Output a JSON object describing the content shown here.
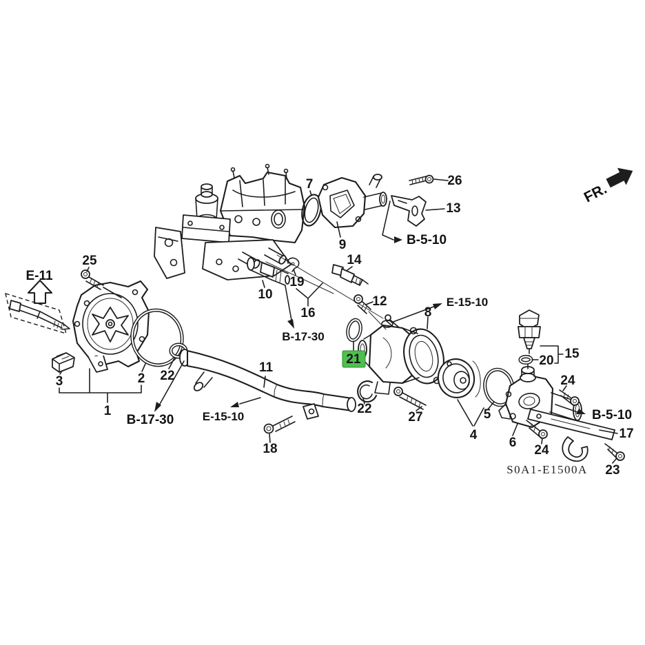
{
  "figure": {
    "fr_label": "FR.",
    "diagram_code": "S0A1-E1500A",
    "highlight": {
      "part_ref": "21",
      "bg_color": "#4ec04e",
      "text_color": "#145a14"
    },
    "callouts": {
      "p1": "1",
      "p2": "2",
      "p3": "3",
      "p4": "4",
      "p5": "5",
      "p6": "6",
      "p7": "7",
      "p8": "8",
      "p9": "9",
      "p10": "10",
      "p11": "11",
      "p12": "12",
      "p13": "13",
      "p14": "14",
      "p15": "15",
      "p16": "16",
      "p17": "17",
      "p18": "18",
      "p19": "19",
      "p20": "20",
      "p21": "21",
      "p22_left": "22",
      "p22_mid": "22",
      "p23": "23",
      "p24_top": "24",
      "p24_bottom": "24",
      "p25": "25",
      "p26": "26",
      "p27": "27"
    },
    "refs": {
      "e11": "E-11",
      "b510_top": "B-5-10",
      "b510_right": "B-5-10",
      "b1730_top": "B-17-30",
      "b1730_left": "B-17-30",
      "e1510_left": "E-15-10",
      "e1510_right": "E-15-10"
    }
  }
}
